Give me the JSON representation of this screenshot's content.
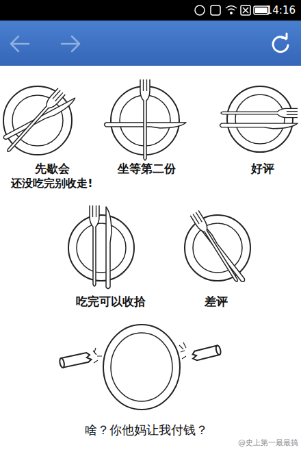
{
  "diagram": {
    "labels": [
      "14:16",
      "先歇会",
      "还没吃完别收走!",
      "坐等第二份",
      "好评",
      "吃完可以收拾",
      "差评",
      "啥？你他妈让我付钱？",
      "@史上第一最最搞"
    ]
  }
}
